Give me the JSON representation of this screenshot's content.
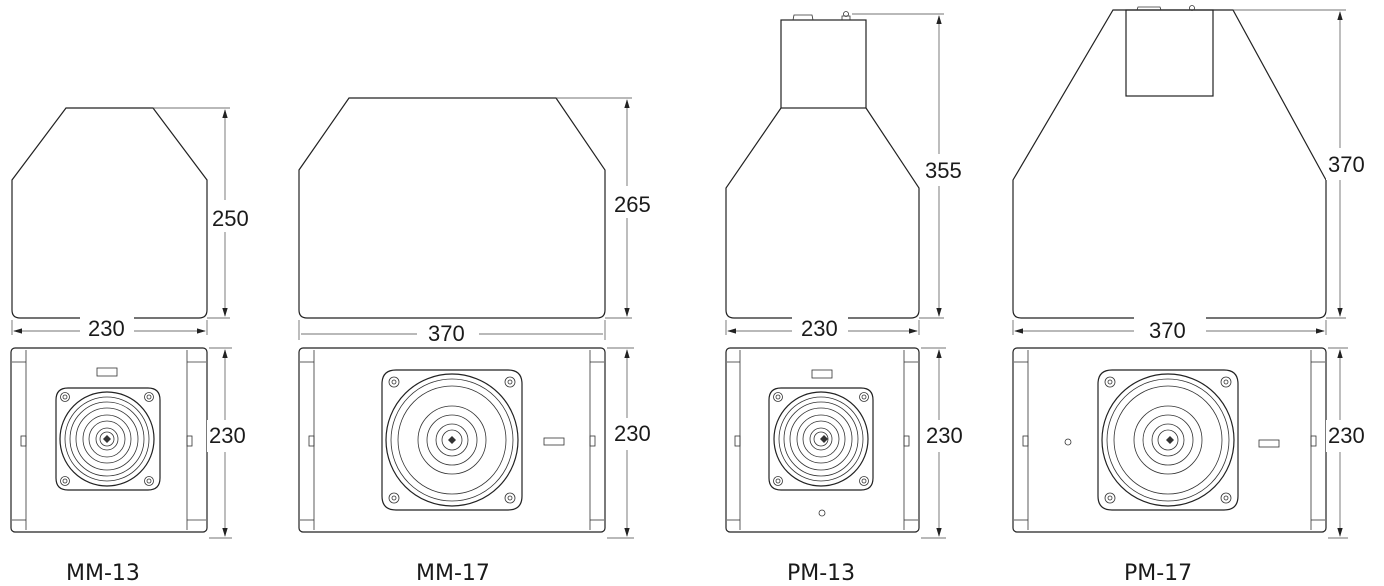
{
  "models": [
    {
      "id": "mm13",
      "name": "MM-13",
      "top_width": "230",
      "top_depth": "250",
      "front_height": "230"
    },
    {
      "id": "mm17",
      "name": "MM-17",
      "top_width": "370",
      "top_depth": "265",
      "front_height": "230"
    },
    {
      "id": "pm13",
      "name": "PM-13",
      "top_width": "230",
      "top_depth": "355",
      "front_height": "230"
    },
    {
      "id": "pm17",
      "name": "PM-17",
      "top_width": "370",
      "top_depth": "370",
      "front_height": "230"
    }
  ]
}
